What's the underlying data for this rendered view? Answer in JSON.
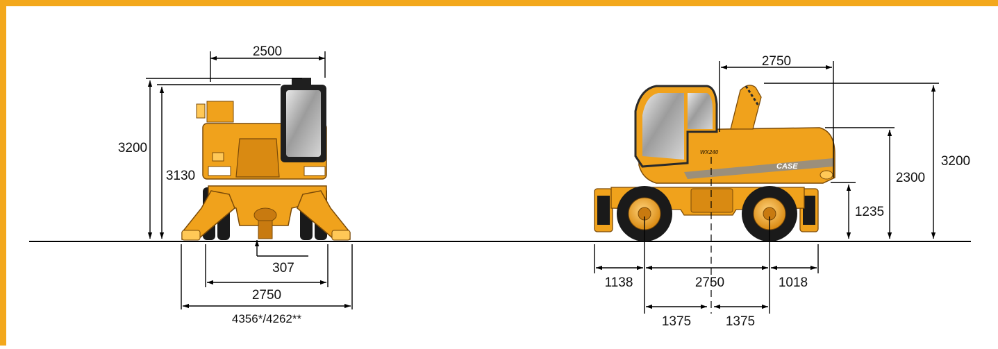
{
  "colors": {
    "frame": "#f3a81c",
    "machine_body": "#f0a21c",
    "machine_dark": "#c87a10",
    "machine_light": "#ffc857",
    "tyre": "#1a1a1a",
    "glass": "#9a9a9a",
    "line": "#000000"
  },
  "front_view": {
    "width_top": "2500",
    "height_total": "3200",
    "height_cab": "3130",
    "ground_clearance": "307",
    "track_width": "2750",
    "outrigger_width": "4356*/4262**"
  },
  "side_view": {
    "tail_length": "2750",
    "height_total": "3200",
    "height_counterweight": "2300",
    "height_clearance_cw": "1235",
    "front_overhang": "1138",
    "wheelbase": "2750",
    "rear_overhang": "1018",
    "half_wheelbase_front": "1375",
    "half_wheelbase_rear": "1375",
    "brand_label": "CASE",
    "model_label": "WX240"
  }
}
